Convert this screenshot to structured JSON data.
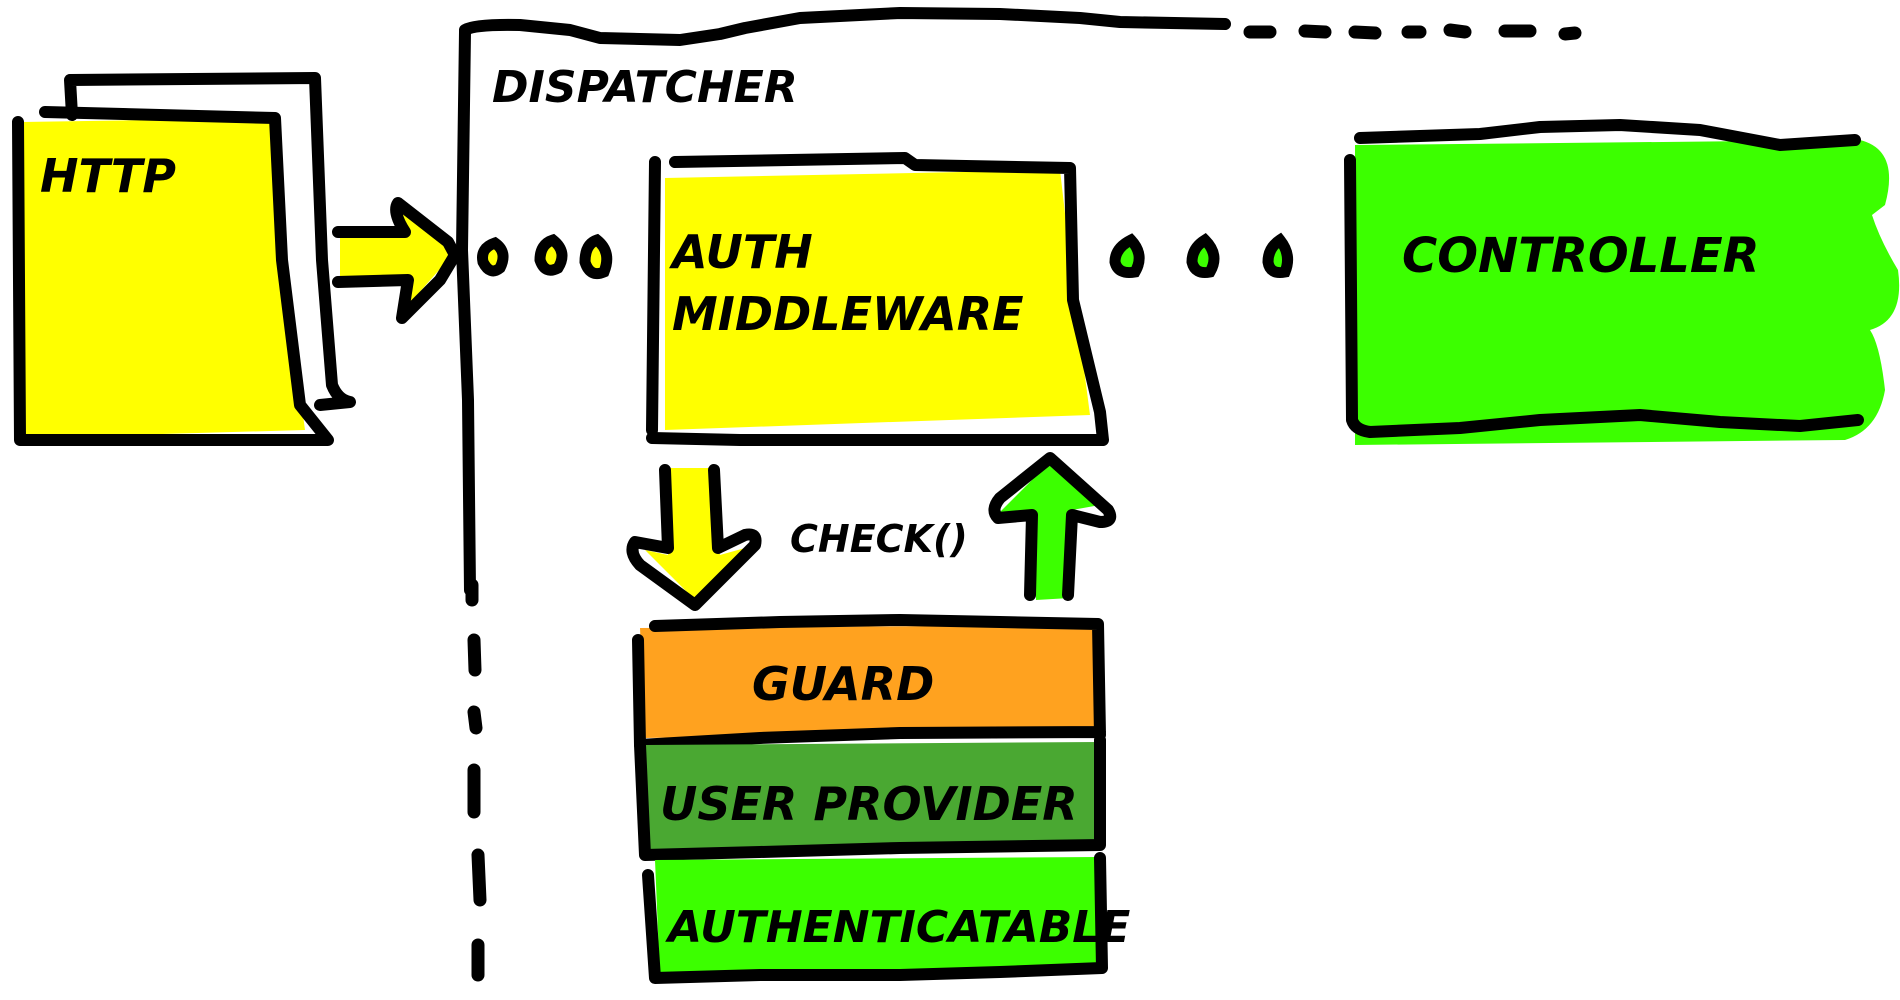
{
  "diagram": {
    "title": "Laravel authentication request flow",
    "colors": {
      "yellow": "#ffff00",
      "green_bright": "#3cff00",
      "green_dark": "#4aa832",
      "orange": "#ffa21f",
      "ink": "#000000",
      "background": "#ffffff"
    },
    "nodes": {
      "http": {
        "label": "HTTP"
      },
      "dispatcher": {
        "label": "DISPATCHER"
      },
      "auth_middleware": {
        "line1": "AUTH",
        "line2": "MIDDLEWARE"
      },
      "controller": {
        "label": "CONTROLLER"
      },
      "guard": {
        "label": "GUARD"
      },
      "user_provider": {
        "label": "USER PROVIDER"
      },
      "authenticatable": {
        "label": "AUTHENTICATABLE"
      }
    },
    "edges": {
      "http_to_dispatcher": {
        "direction": "right",
        "color": "yellow"
      },
      "middleware_to_guard": {
        "direction": "down",
        "color": "yellow",
        "label": "CHECK()"
      },
      "guard_to_middleware": {
        "direction": "up",
        "color": "green_bright"
      },
      "dispatcher_dots_left": {
        "count": 3,
        "color": "yellow"
      },
      "dispatcher_dots_right": {
        "count": 3,
        "color": "green_bright"
      }
    }
  }
}
